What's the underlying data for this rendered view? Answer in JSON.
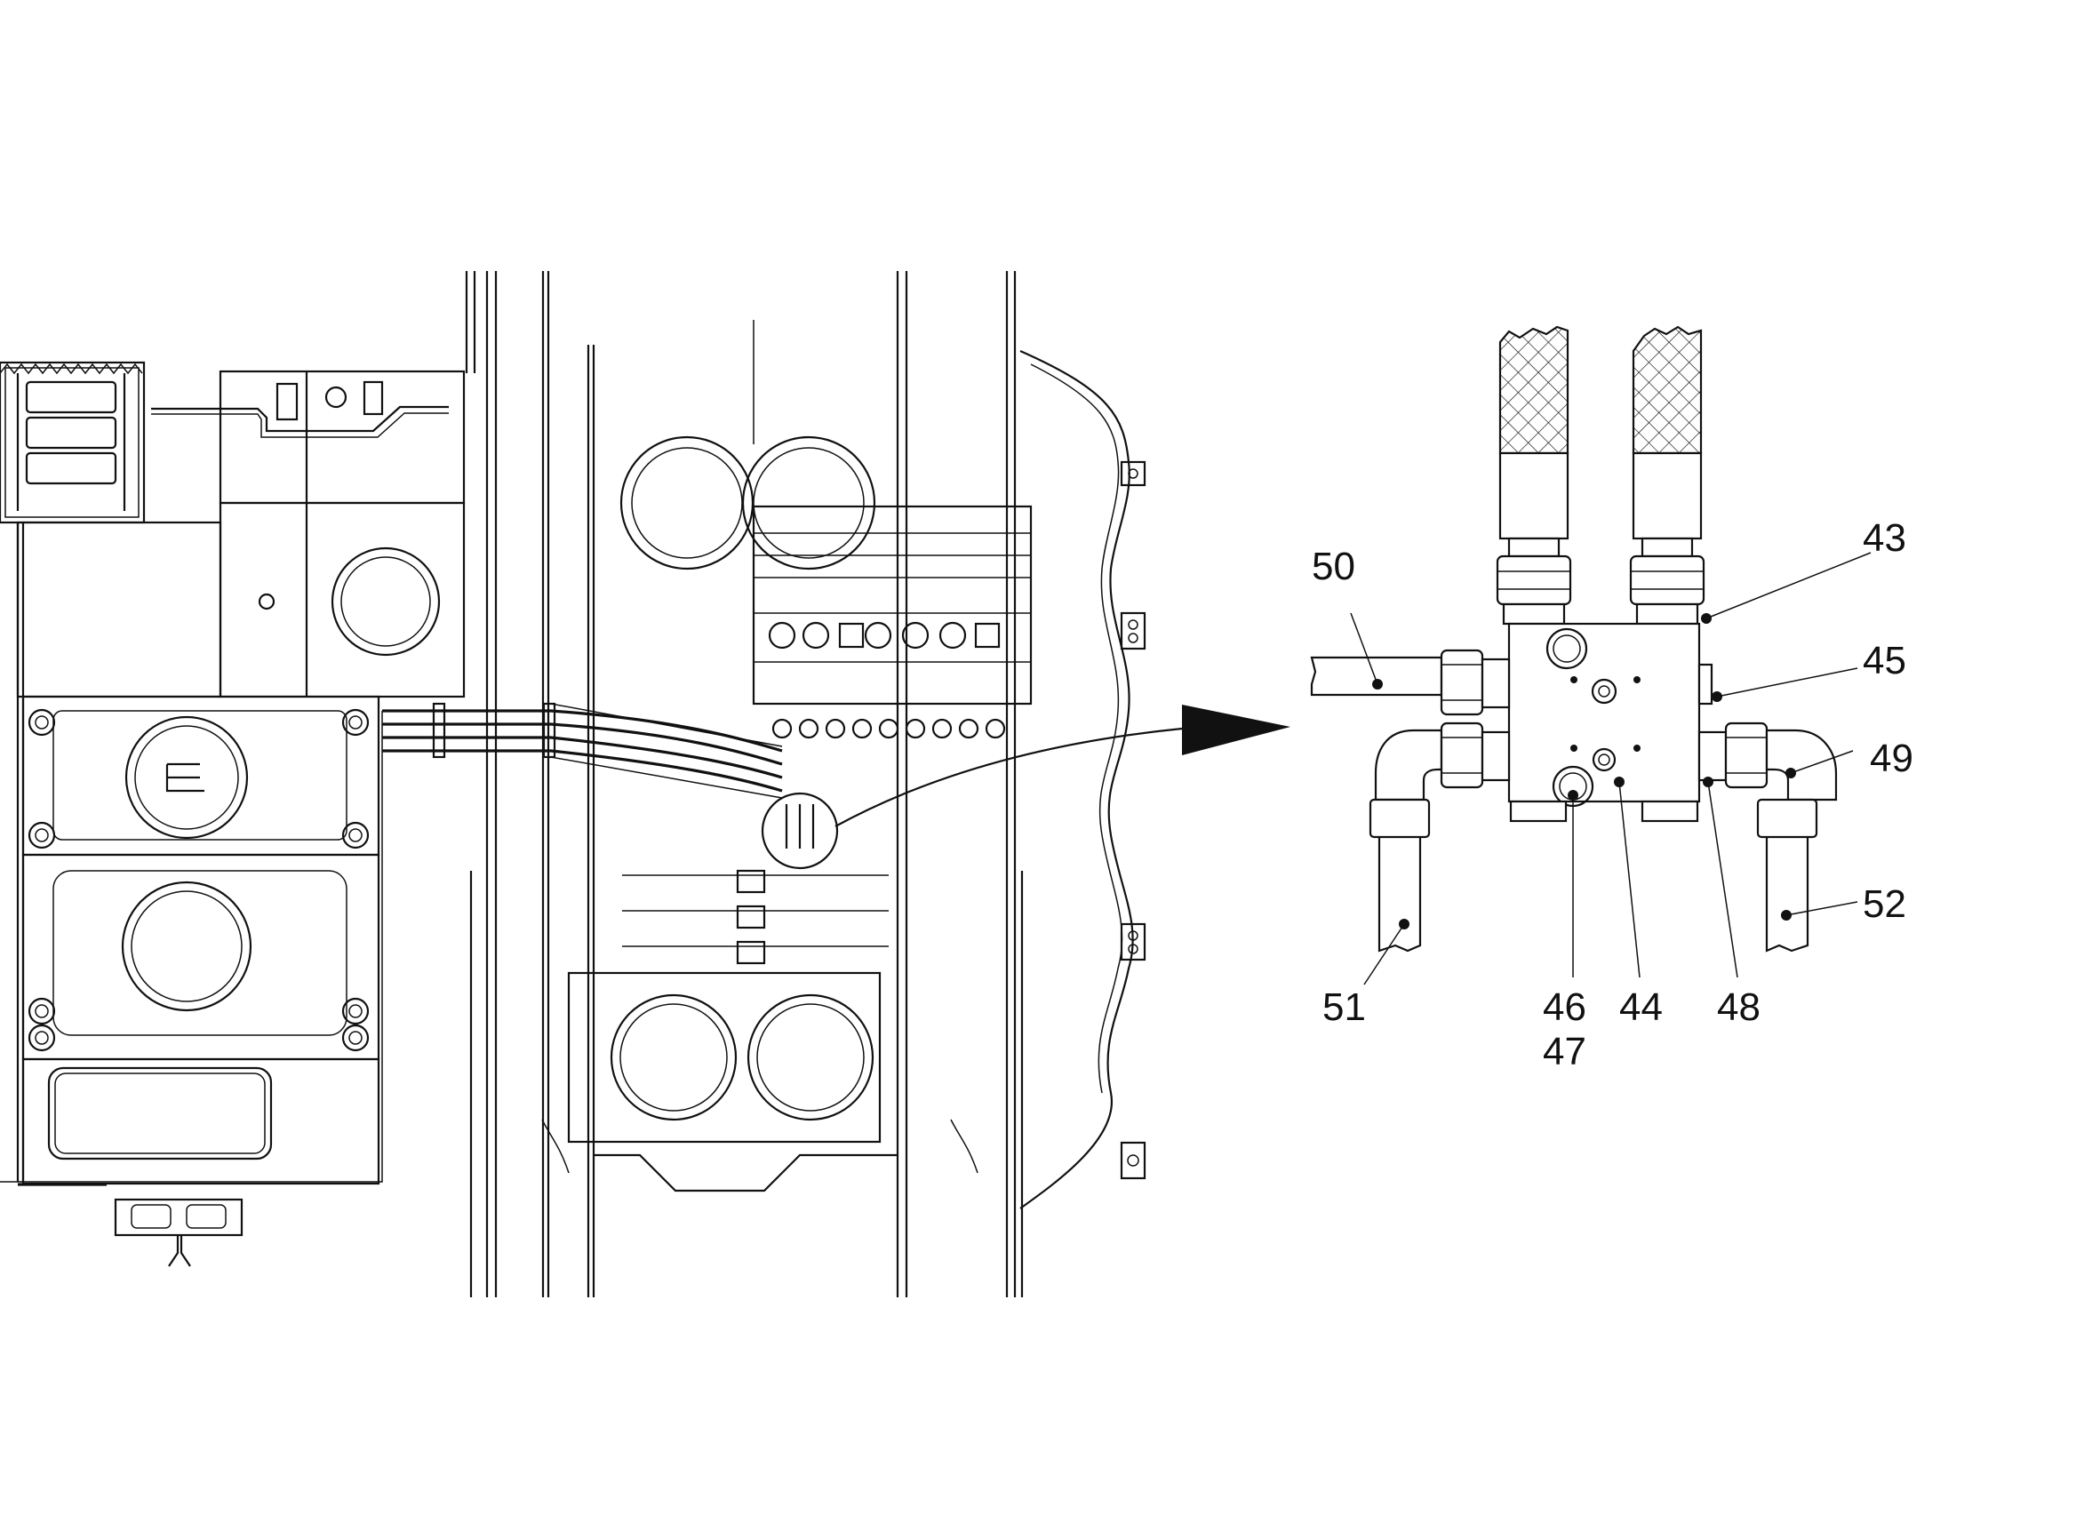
{
  "callouts": [
    {
      "id": "43",
      "label": "43"
    },
    {
      "id": "44",
      "label": "44"
    },
    {
      "id": "45",
      "label": "45"
    },
    {
      "id": "46",
      "label": "46"
    },
    {
      "id": "47",
      "label": "47"
    },
    {
      "id": "48",
      "label": "48"
    },
    {
      "id": "49",
      "label": "49"
    },
    {
      "id": "50",
      "label": "50"
    },
    {
      "id": "51",
      "label": "51"
    },
    {
      "id": "52",
      "label": "52"
    }
  ]
}
